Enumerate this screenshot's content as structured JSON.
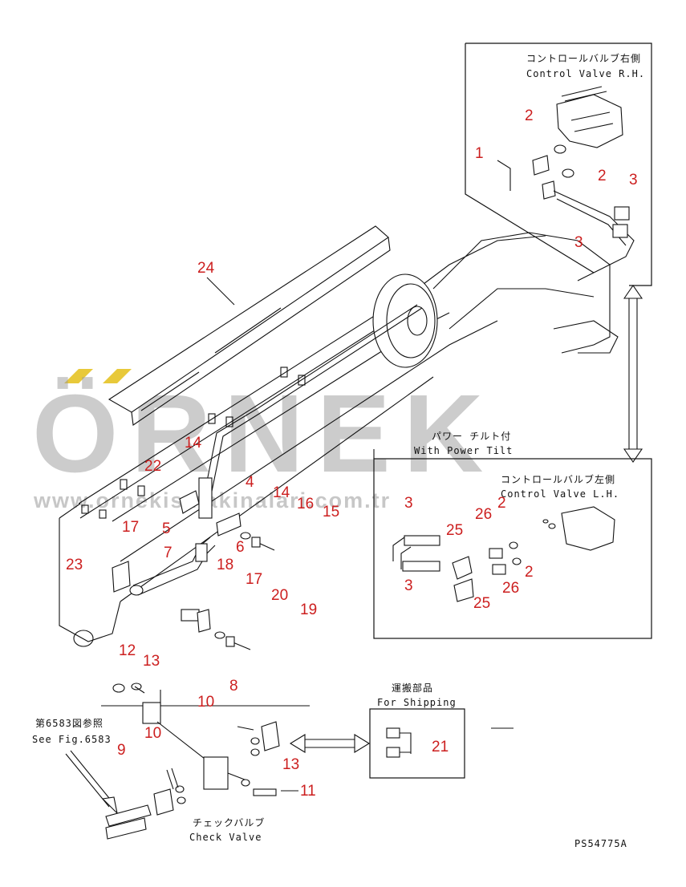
{
  "watermark": {
    "brand": "ÖRNEK",
    "url": "www.ornekismakinalari.com.tr",
    "accent_color": "#e8c93a",
    "text_color": "#9a9a9a"
  },
  "label_color": "#cc1f1f",
  "drawing_number": "PS54775A",
  "insets": {
    "control_valve_rh": {
      "title_jp": "コントロールバルブ右側",
      "title_en": "Control Valve R.H."
    },
    "control_valve_lh": {
      "header_jp": "パワー チルト付",
      "header_en": "With Power Tilt",
      "title_jp": "コントロールバルブ左側",
      "title_en": "Control Valve L.H."
    },
    "for_shipping": {
      "title_jp": "運搬部品",
      "title_en": "For Shipping"
    }
  },
  "captions": {
    "see_fig_jp": "第6583図参照",
    "see_fig_en": "See Fig.6583",
    "check_valve_jp": "チェックバルブ",
    "check_valve_en": "Check Valve"
  },
  "callouts": [
    "1",
    "2",
    "2",
    "3",
    "3",
    "24",
    "14",
    "22",
    "4",
    "14",
    "16",
    "15",
    "5",
    "17",
    "7",
    "6",
    "18",
    "23",
    "17",
    "20",
    "19",
    "12",
    "13",
    "8",
    "10",
    "10",
    "9",
    "13",
    "11",
    "21",
    "3",
    "25",
    "26",
    "2",
    "3",
    "26",
    "2",
    "25"
  ]
}
